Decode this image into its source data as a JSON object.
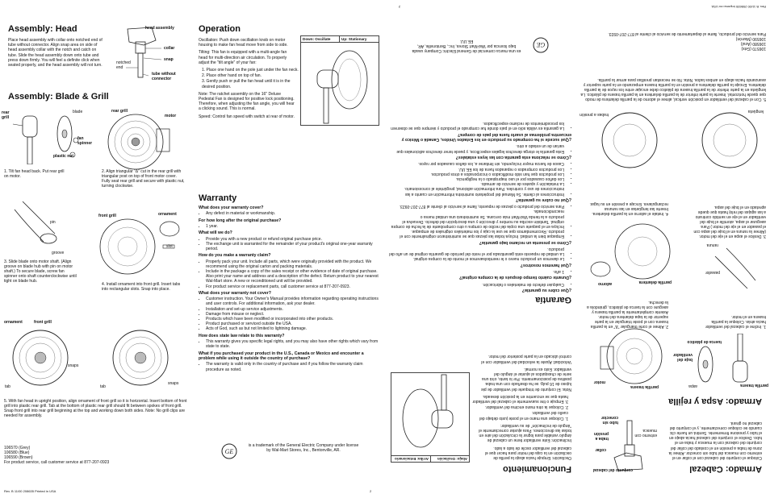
{
  "assembly_head": {
    "title": "Assembly: Head",
    "text": "Place head assembly with collar onto notched end of tube without connector. Align snap area on side of head assembly collar with the notch and catch on tube. Slide the head assembly down onto tube and press down firmly. You will feel a definite click when seated properly, and the head assembly will not turn.",
    "labels": {
      "head_assembly": "head assembly",
      "collar": "collar",
      "snap": "snap",
      "notched_end": "notched end",
      "tube": "tube without connector"
    }
  },
  "assembly_blade": {
    "title": "Assembly: Blade & Grill",
    "labels": {
      "rear_grill": "rear grill",
      "blade": "blade",
      "fan_spinner": "fan spinner",
      "plastic_nut": "plastic nut",
      "rear_grill2": "rear grill",
      "motor": "motor",
      "pin": "pin",
      "groove": "groove",
      "front_grill": "front grill",
      "ornament": "ornament",
      "slot": "slot",
      "ornament2": "ornament",
      "front_grill2": "front grill",
      "snaps": "snaps",
      "tab": "tab",
      "tab2": "tab",
      "snaps2": "snaps"
    },
    "steps": [
      "1. Tilt fan head back. Put rear grill on motor.",
      "2. Align triangular \"Δ\" cut in the rear grill with triangular post on top of front motor cover. Fully seat rear grill and secure with plastic nut, turning clockwise.",
      "3. Slide blade onto motor shaft. (Align groove on blade hub with pin on motor shaft.) To secure blade, screw fan spinner onto shaft counterclockwise until tight on blade hub.",
      "4. Install ornament into front grill. Insert tabs into rectangular slots. Snap into place.",
      "5. With fan head in upright position, align ornament of front grill so it is horizontal. Insert bottom of front grill into plastic rear grill. Tab at the bottom of plastic rear grill should fit between spokes of front grill. Snap front grill into rear grill beginning at the top and working down both sides. Note: No grill clips are needed for assembly."
    ]
  },
  "operation": {
    "title": "Operation",
    "oscillation": "Oscillation: Push down oscillation knob on motor housing to make fan head move from side to side.",
    "tilting": "Tilting: This fan is equipped with a multi-angle fan head for multi-direction air circulation. To properly adjust the \"tilt angle\" of your fan:",
    "steps": [
      "1. Place one hand on the pole just under the fan neck.",
      "2. Place other hand on top of fan.",
      "3. Gently push or pull the fan head until it is in the desired position."
    ],
    "note": "Note: The ratchet assembly on the 16\" Deluxe Pedestal Fan is designed for positive lock positioning. Therefore, when adjusting the fan angle, you will hear a clicking sound. This is normal.",
    "speed": "Speed: Control fan speed with switch at rear of motor.",
    "osc_down": "Down: Oscillate",
    "osc_up": "Up: Stationary"
  },
  "warranty": {
    "title": "Warranty",
    "sections": [
      {
        "q": "What does your warranty cover?",
        "items": [
          "Any defect in material or workmanship."
        ]
      },
      {
        "q": "For how long after the original purchase?",
        "items": [
          "1 year."
        ]
      },
      {
        "q": "What will we do?",
        "items": [
          "Provide you with a new product or refund original purchase price.",
          "The exchange unit is warranted for the remainder of your product's original one-year warranty period."
        ]
      },
      {
        "q": "How do you make a warranty claim?",
        "items": [
          "Properly pack your unit. Include all parts, which were originally provided with the product. We recommend using the original carton and packing materials.",
          "Include in the package a copy of the sales receipt or other evidence of date of original purchase. Also print your name and address and a description of the defect. Return product to your nearest Wal-Mart store. A new or reconditioned unit will be provided.",
          "For product service or replacement parts, call customer service at 877-207-0923."
        ]
      },
      {
        "q": "What does your warranty not cover?",
        "items": [
          "Customer instruction. Your Owner's Manual provides information regarding operating instructions and user controls. For additional information, ask your dealer.",
          "Installation and set-up service adjustments.",
          "Damage from misuse or neglect.",
          "Products which have been modified or incorporated into other products.",
          "Product purchased or serviced outside the USA.",
          "Acts of God, such as but not limited to lightning damage."
        ]
      },
      {
        "q": "How does state law relate to this warranty?",
        "items": [
          "This warranty gives you specific legal rights, and you may also have other rights which vary from state to state."
        ]
      },
      {
        "q": "What if you purchased your product in the U.S., Canada or Mexico and encounter a problem while using it outside the country of purchase?",
        "items": [
          "The warranty is valid only in the country of purchase and if you follow the warranty claim procedure as noted."
        ]
      }
    ]
  },
  "footer": {
    "models": [
      "106570 (Grey)",
      "106580 (Blue)",
      "106590 (Brown)"
    ],
    "service": "For product service, call customer service at 877-207-0923",
    "trademark": "is a trademark of the General Electric Company under license by Wal-Mart Stores, Inc., Bentonville, AR.",
    "rev": "Rev. B 11/00  208635  Printed in USA",
    "page": "2"
  },
  "spanish": {
    "title_head": "Armado: Cabezal",
    "head_text": "Coloque el conjunto del cabezal con el collar en el extremo con muesca del tubo sin conector. Alinee la zona de traba a presión en el costado del collar del conjunto del cabezal con la muesca y traba en el tubo. Deslice el conjunto del cabezal hacia abajo en el tubo y presione firmemente. Sentirá un fuerte clic cuando se coloque correctamente, y el conjunto del cabezal no girará.",
    "head_labels": {
      "conjunto": "conjunto del cabezal",
      "collar": "collar",
      "traba": "traba a presión",
      "muesca": "extremo con muesca",
      "tubo": "tubo sin conector"
    },
    "title_blade": "Armado: Aspa y rejilla",
    "blade_labels": {
      "rejilla_trasera": "parrilla trasera",
      "aspa": "aspa",
      "tuerca": "tuerca de plástico",
      "buje": "buje del ventilador",
      "motor": "motor",
      "rejilla": "parrilla trasera",
      "pasador": "pasador",
      "ranura": "ranura",
      "adorno": "adorno",
      "parrilla_del": "parrilla delantera",
      "lengueta": "lengüeta",
      "trabas": "trabas a presión"
    },
    "blade_steps": [
      "1. Incline el cabezal del ventilador hacia atrás. Coloque la parrilla trasera en el motor.",
      "2. Alinee el corte triangular \"Δ\" en la parrilla trasera con el poste triangular en la parte superior de la tapa delantera del motor. Asiente completamente la parrilla trasera y asegure con la tuerca de plástico, girándola a la derecha.",
      "3. Deslice el aspa en el eje del motor. (Alinee la ranura en el buje del aspa con el pasador en el eje del motor.) Para asegurar el aspa, atornille el buje del ventilador en el eje en sentido contrario a las agujas del reloj hasta que quede apretado en el buje del aspa.",
      "4. Instale el adorno en la parrilla delantera. Inserte las lengüetas en las ranuras rectangulares. Encaje a presión en su lugar.",
      "5. Con el cabezal del ventilador en posición vertical, alinee el adorno de la parrilla delantera de modo que quede horizontal. Inserte la parte inferior de la parrilla delantera en la parrilla trasera de plástico. La lengüeta en la parte inferior de la parrilla trasera de plástico debe encajar entre los rayos de la parrilla delantera. Encaje la parrilla delantera a presión en la parrilla trasera empezando en la parte superior y avanzando hacia abajo en ambos lados. Nota: No se necesitan presillas para armar la parrilla."
    ],
    "title_op": "Funcionamiento",
    "op_osc": "Oscilación: Empuje hacia abajo la perilla de oscilación en la caja del motor para hacer que el cabezal del ventilador oscile de lado a lado.",
    "op_tilt": "Inclinación: Este ventilador tiene un cabezal de ángulo variable para lograr la circulación del aire en todas las direcciones. Para ajustar correctamente el \"ángulo de inclinación\" de su ventilador:",
    "op_steps": [
      "1. Coloque una mano en el poste justo debajo del cuello del ventilador.",
      "2. Coloque la otra mano encima del ventilador.",
      "3. Empuje o tire suavemente el cabezal del ventilador hasta que se encuentre en la posición deseada."
    ],
    "op_note": "Nota: El conjunto de trinquete del ventilador de pie lujoso de 16 pulg. se ha diseñado con una traba positiva de posicionamiento. Por lo tanto, oírá una serie de chasquidos al ajustar el ángulo del ventilador. Esto es normal.",
    "op_speed": "Velocidad: Ajuste la velocidad del ventilador con el control ubicado en la parte posterior del motor.",
    "osc_down": "Abajo: Oscilación",
    "osc_up": "Arriba: Estacionario",
    "title_war": "Garantía",
    "war_sections": [
      {
        "q": "¿Que cubre su garantía?",
        "items": [
          "Cualquier defecto de materiales o fabricación."
        ]
      },
      {
        "q": "¿Durante cuánto tiempo después de la compra original?",
        "items": [
          "1 año."
        ]
      },
      {
        "q": "¿Qué haremos nosotros?",
        "items": [
          "Le daremos un producto nuevo o le reembolsaremos el monto de la compra original.",
          "La unidad de repuesto está garantizada por el resto del período de garantía original de un año del producto."
        ]
      },
      {
        "q": "¿Cómo se presenta un reclamo bajo garantía?",
        "items": [
          "Empaque bien la unidad. Incluya todas las piezas que se suministraron originalmente con el producto. Recomendamos que se use la caja y los materiales originales de empaque.",
          "Incluya en el paquete una copia del recibo de compra u otro comprobante de la fecha de compra original. También escriba su nombre y dirección y una descripción del defecto. Devuelva el producto a la tienda Wal-Mart más cercana. Se suministrará una unidad nueva o reacondicionada.",
          "Para servicio del producto o piezas de repuesto, llame al servicio al cliente al 877-207-0923."
        ]
      },
      {
        "q": "¿Qué no cubre su garantía?",
        "items": [
          "Instrucciones al cliente. Su Manual del propietario suministra información en cuanto a las instrucciones de uso y controles. Para información adicional, pregúntele al concesionario.",
          "La instalación y ajustes de servicio de armado.",
          "Los daños causados por el uso inapropiado o la negligencia.",
          "Los productos que han sido modificados o incorporados a otros productos.",
          "Los productos comprados o reparados fuera de los EE.UU.",
          "Casos de fuerza mayor incluyendo, sin limitarse a, los daños causados por rayos."
        ]
      },
      {
        "q": "¿Cómo se relaciona esta garantía con las leyes estatales?",
        "items": [
          "Esta garantía le otorga derechos legales específicos, y puede tener derechos adicionales que varían de un estado a otro."
        ]
      },
      {
        "q": "¿Qué sucede si ha comprado su producto en los Estados Unidos, Canadá o México y encuentra problemas al usarlo fuera del país de compra?",
        "items": [
          "La garantía es válida sólo en el país donde fue comprado el producto y siempre que se observen los procedimientos de reclamo especificados."
        ]
      }
    ],
    "trademark": "es una marca comercial de General Electric Company usada bajo licencia por Wal-Mart Stores, Inc., Bentonville, AR, EE.UU.",
    "models": [
      "106570 (Gris)",
      "106580 (Azul)",
      "106590 (Marrón)"
    ],
    "service": "Para servicio del producto, llame al departamento de servicio al cliente al 877-207-0923.",
    "rev": "Rev. B 11/00  208635  Impreso en USA",
    "page": "2"
  }
}
